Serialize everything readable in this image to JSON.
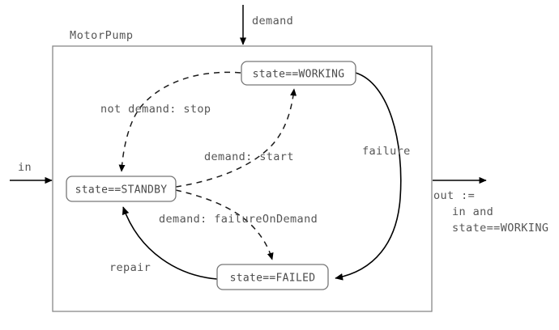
{
  "diagram": {
    "type": "state-machine",
    "region_label": "MotorPump",
    "states": [
      {
        "id": "working",
        "label": "state==WORKING"
      },
      {
        "id": "standby",
        "label": "state==STANDBY"
      },
      {
        "id": "failed",
        "label": "state==FAILED"
      }
    ],
    "transitions": [
      {
        "id": "stop",
        "label": "not demand: stop",
        "from": "working",
        "to": "standby",
        "style": "dashed"
      },
      {
        "id": "start",
        "label": "demand: start",
        "from": "standby",
        "to": "working",
        "style": "dashed"
      },
      {
        "id": "failureondemand",
        "label": "demand: failureOnDemand",
        "from": "standby",
        "to": "failed",
        "style": "dashed"
      },
      {
        "id": "failure",
        "label": "failure",
        "from": "working",
        "to": "failed",
        "style": "solid"
      },
      {
        "id": "repair",
        "label": "repair",
        "from": "failed",
        "to": "standby",
        "style": "solid"
      }
    ],
    "ports": [
      {
        "id": "demand",
        "label": "demand",
        "kind": "input",
        "side": "top"
      },
      {
        "id": "in",
        "label": "in",
        "kind": "input",
        "side": "left"
      }
    ],
    "output": {
      "id": "out",
      "lines": [
        "out :=",
        "in and",
        "state==WORKING"
      ]
    },
    "colors": {
      "background": "#ffffff",
      "edge": "#000000",
      "dashed_edge": "#1a1a1a",
      "state_border": "#777777",
      "container_border": "#888888",
      "text": "#555555"
    }
  }
}
